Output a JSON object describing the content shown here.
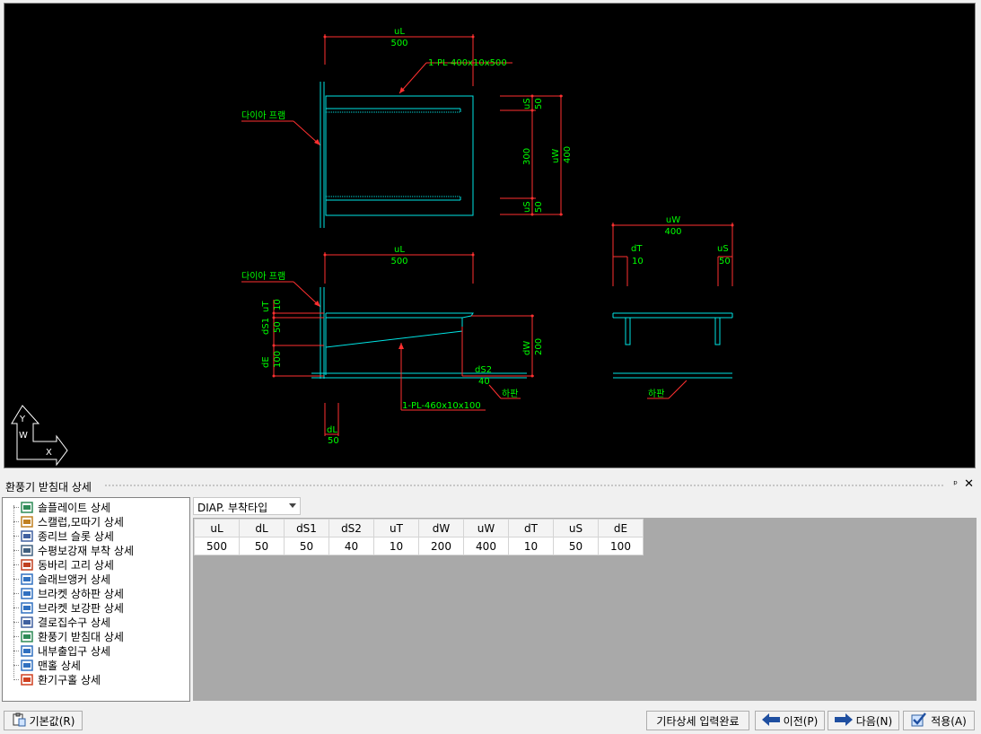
{
  "drawing": {
    "top_view": {
      "uL_label": "uL",
      "uL_value": "500",
      "plate_callout": "1-PL-400x10x500",
      "flange_label": "다이아 프램",
      "uS_label": "uS",
      "uS_value": "50",
      "mid_value": "300",
      "uW_label": "uW",
      "uW_value": "400"
    },
    "side_view": {
      "uL_label": "uL",
      "uL_value": "500",
      "flange_label": "다이아 프램",
      "uT_label": "uT",
      "uT_value": "10",
      "dS1_label": "dS1",
      "dS1_value": "50",
      "dE_label": "dE",
      "dE_value": "100",
      "dW_label": "dW",
      "dW_value": "200",
      "dS2_label": "dS2",
      "dS2_value": "40",
      "bottom_plate_label": "하판",
      "plate_callout": "1-PL-460x10x100",
      "dL_label": "dL",
      "dL_value": "50"
    },
    "front_view": {
      "uW_label": "uW",
      "uW_value": "400",
      "dT_label": "dT",
      "dT_value": "10",
      "uS_label": "uS",
      "uS_value": "50",
      "bottom_plate_label": "하판"
    },
    "ucs": {
      "y": "Y",
      "w": "W",
      "x": "X"
    }
  },
  "panel": {
    "title": "환풍기 받침대 상세",
    "pin": "ᵖ",
    "close": "✕"
  },
  "tree": [
    {
      "label": "솔플레이트 상세",
      "icon": "sole-plate-icon",
      "color": "#2e8b57"
    },
    {
      "label": "스캘럽,모따기 상세",
      "icon": "scallop-icon",
      "color": "#c08020"
    },
    {
      "label": "종리브 슬롯 상세",
      "icon": "rib-slot-icon",
      "color": "#4060a0"
    },
    {
      "label": "수평보강재 부착 상세",
      "icon": "stiffener-icon",
      "color": "#406080"
    },
    {
      "label": "동바리 고리 상세",
      "icon": "hook-icon",
      "color": "#c04020"
    },
    {
      "label": "슬래브앵커 상세",
      "icon": "anchor-icon",
      "color": "#3070c0"
    },
    {
      "label": "브라켓 상하판 상세",
      "icon": "bracket-icon",
      "color": "#3070c0"
    },
    {
      "label": "브라켓 보강판 상세",
      "icon": "bracket-plate-icon",
      "color": "#3070c0"
    },
    {
      "label": "결로집수구 상세",
      "icon": "drain-icon",
      "color": "#4060a0"
    },
    {
      "label": "환풍기 받침대 상세",
      "icon": "fan-support-icon",
      "color": "#2e8b57"
    },
    {
      "label": "내부출입구 상세",
      "icon": "door-icon",
      "color": "#3070c0"
    },
    {
      "label": "맨홀 상세",
      "icon": "manhole-icon",
      "color": "#3070c0"
    },
    {
      "label": "환기구홀 상세",
      "icon": "vent-hole-icon",
      "color": "#d04020"
    }
  ],
  "type_select": {
    "value": "DIAP. 부착타입"
  },
  "table": {
    "headers": [
      "uL",
      "dL",
      "dS1",
      "dS2",
      "uT",
      "dW",
      "uW",
      "dT",
      "uS",
      "dE"
    ],
    "values": [
      "500",
      "50",
      "50",
      "40",
      "10",
      "200",
      "400",
      "10",
      "50",
      "100"
    ]
  },
  "buttons": {
    "default": "기본값(R)",
    "complete": "기타상세 입력완료",
    "prev": "이전(P)",
    "next": "다음(N)",
    "apply": "적용(A)"
  }
}
